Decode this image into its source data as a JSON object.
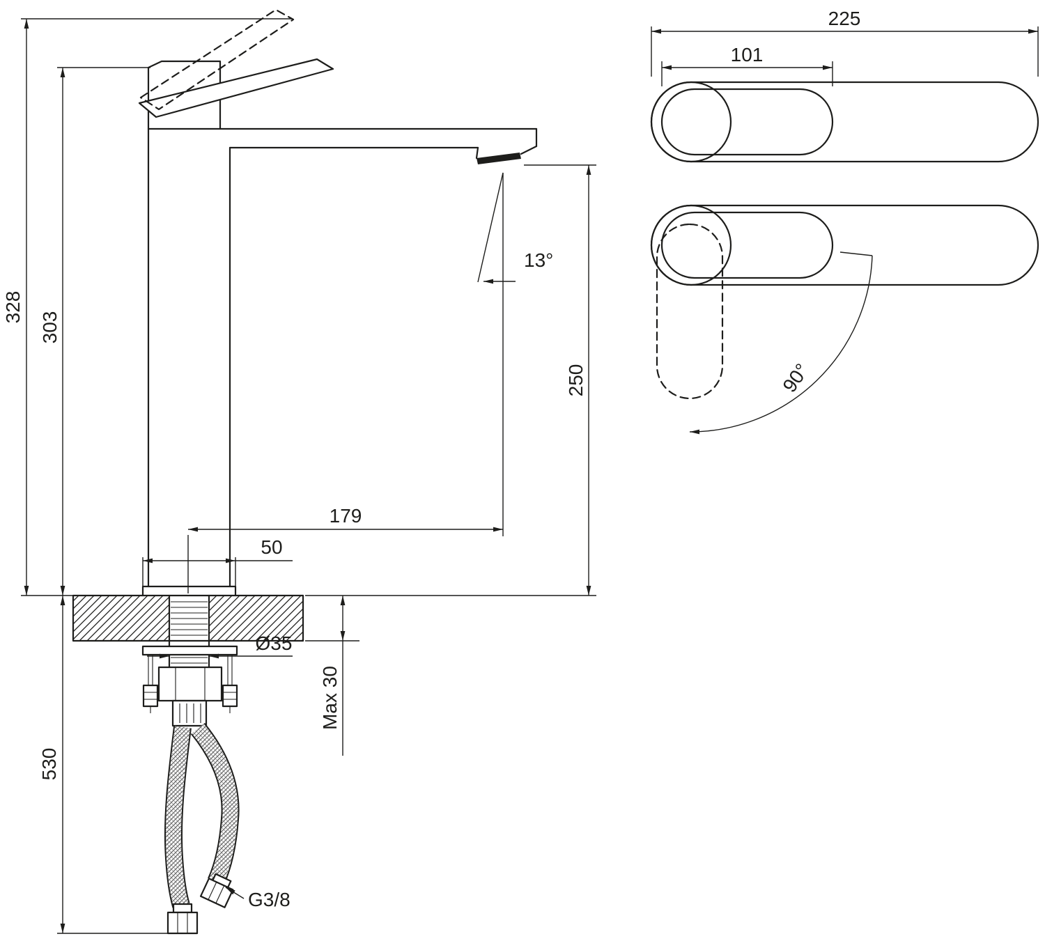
{
  "colors": {
    "line": "#1d1d1b",
    "background": "#ffffff"
  },
  "side_view": {
    "total_height": "328",
    "spout_top_height": "303",
    "under_counter_length": "530",
    "spout_outlet_height": "250",
    "spout_angle": "13°",
    "spout_reach": "179",
    "base_width": "50",
    "mounting_hole_diameter": "Ø35",
    "max_counter_thickness": "Max 30",
    "hose_thread": "G3/8"
  },
  "top_view": {
    "total_length": "225",
    "handle_length": "101",
    "handle_swing_angle": "90°"
  }
}
